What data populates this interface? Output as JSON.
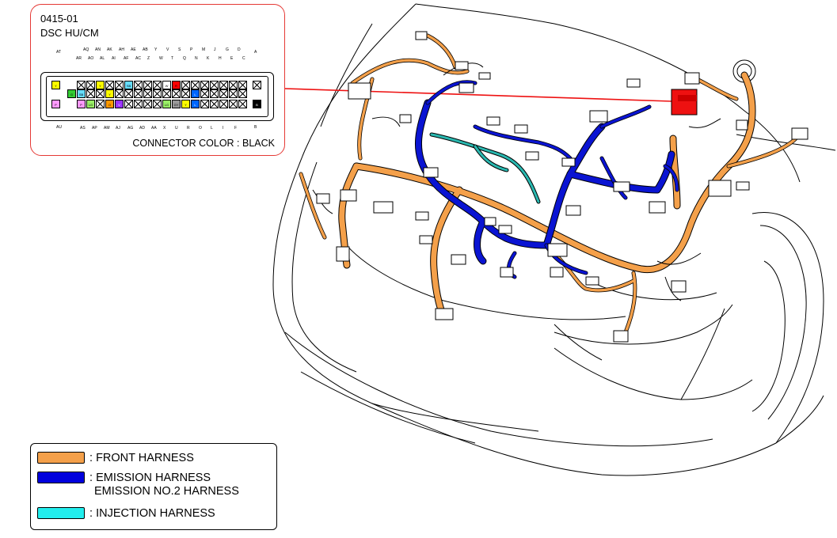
{
  "connector": {
    "code": "0415-01",
    "name": "DSC HU/CM",
    "color_note": "CONNECTOR COLOR : BLACK",
    "top_row_1": [
      "AQ",
      "AN",
      "AK",
      "AH",
      "AE",
      "AB",
      "Y",
      "V",
      "S",
      "P",
      "M",
      "J",
      "G",
      "D"
    ],
    "top_row_2": [
      "AR",
      "AO",
      "AL",
      "AI",
      "AF",
      "AC",
      "Z",
      "W",
      "T",
      "Q",
      "N",
      "K",
      "H",
      "E",
      "C"
    ],
    "bottom_row": [
      "AS",
      "AP",
      "AM",
      "AJ",
      "AG",
      "AD",
      "AA",
      "X",
      "U",
      "R",
      "O",
      "L",
      "I",
      "F"
    ],
    "corner_top_left": "AT",
    "corner_top_right": "A",
    "corner_bottom_left": "AU",
    "corner_bottom_right": "B",
    "pin_colors": {
      "Y": "#ffff00",
      "P": "#ff99ff",
      "G": "#33cc33",
      "LG": "#99ee66",
      "O": "#ff9900",
      "V": "#9933ff",
      "W": "#ffffff",
      "R": "#ff0000",
      "L": "#0066ff",
      "GY": "#999999",
      "SB": "#66ddff",
      "B": "#000000"
    }
  },
  "legend": {
    "items": [
      {
        "label": "FRONT HARNESS",
        "color": "#f4a04a"
      },
      {
        "label": "EMISSION HARNESS",
        "label2": "EMISSION NO.2 HARNESS",
        "color": "#0000dd"
      },
      {
        "label": "INJECTION HARNESS",
        "color": "#22eeee"
      }
    ],
    "prefix": ": "
  },
  "colors": {
    "front_harness": "#f4a04a",
    "emission_harness": "#0a14d2",
    "injection_harness": "#2ab8b0",
    "highlight_connector": "#ee1111",
    "callout_border": "#e53935"
  }
}
